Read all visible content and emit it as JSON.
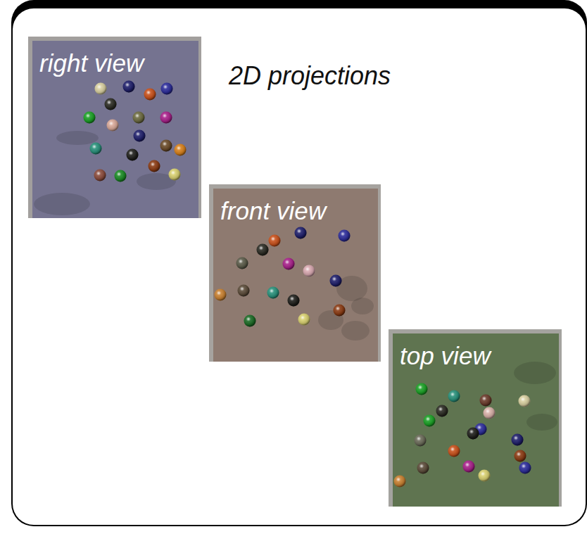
{
  "diagram": {
    "title": "2D projections",
    "nodes": [
      {
        "text": [
          "right view"
        ]
      },
      {
        "text": [
          "front view"
        ]
      },
      {
        "text": [
          "top view"
        ]
      }
    ]
  }
}
